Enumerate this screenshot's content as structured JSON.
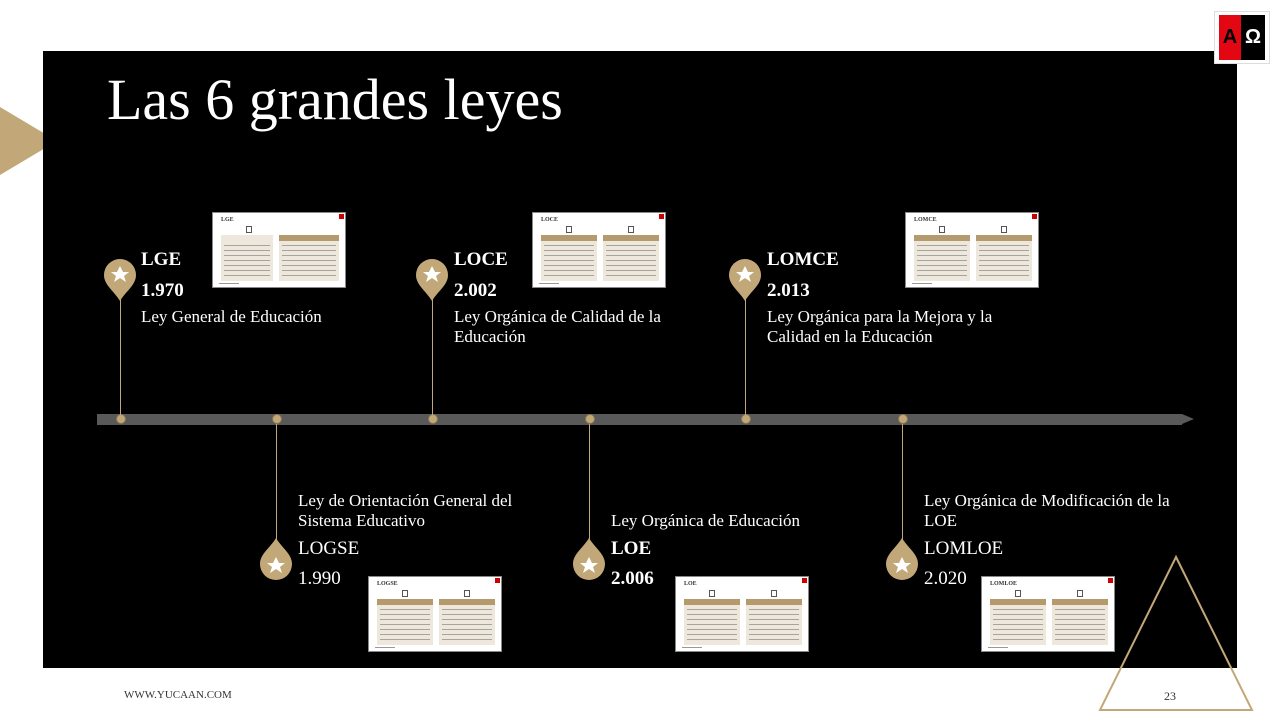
{
  "slide": {
    "title": "Las 6 grandes leyes",
    "footer_url": "WWW.YUCAAN.COM",
    "page_number": "23",
    "accent_color": "#c2a878",
    "logo": {
      "left": "A",
      "right": "Ω"
    }
  },
  "laws": [
    {
      "abbr": "LGE",
      "year": "1.970",
      "name": "Ley General de Educación",
      "thumb_title": "LGE"
    },
    {
      "abbr": "LOGSE",
      "year": "1.990",
      "name": "Ley de Orientación General del Sistema Educativo",
      "thumb_title": "LOGSE"
    },
    {
      "abbr": "LOCE",
      "year": "2.002",
      "name": "Ley Orgánica de Calidad de la Educación",
      "thumb_title": "LOCE"
    },
    {
      "abbr": "LOE",
      "year": "2.006",
      "name": "Ley Orgánica de Educación",
      "thumb_title": "LOE"
    },
    {
      "abbr": "LOMCE",
      "year": "2.013",
      "name": "Ley Orgánica para la Mejora y la Calidad en la Educación",
      "thumb_title": "LOMCE"
    },
    {
      "abbr": "LOMLOE",
      "year": "2.020",
      "name": "Ley Orgánica de Modificación de la LOE",
      "thumb_title": "LOMLOE"
    }
  ]
}
